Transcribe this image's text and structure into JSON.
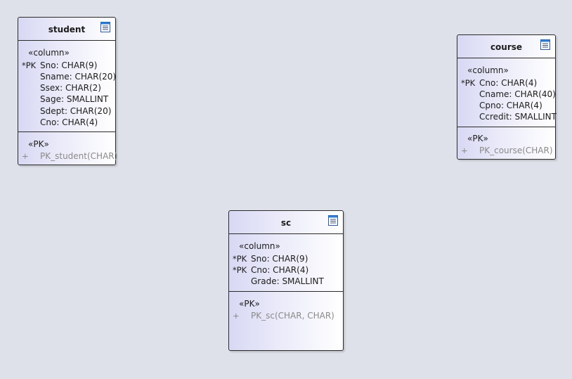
{
  "tables": [
    {
      "name": "student",
      "column_stereotype": "«column»",
      "columns": [
        {
          "marker": "*PK",
          "text": "Sno: CHAR(9)"
        },
        {
          "marker": "",
          "text": "Sname: CHAR(20)"
        },
        {
          "marker": "",
          "text": "Ssex: CHAR(2)"
        },
        {
          "marker": "",
          "text": "Sage: SMALLINT"
        },
        {
          "marker": "",
          "text": "Sdept: CHAR(20)"
        },
        {
          "marker": "",
          "text": "Cno: CHAR(4)"
        }
      ],
      "pk_stereotype": "«PK»",
      "pk": {
        "marker": "+",
        "text": "PK_student(CHAR)"
      }
    },
    {
      "name": "course",
      "column_stereotype": "«column»",
      "columns": [
        {
          "marker": "*PK",
          "text": "Cno: CHAR(4)"
        },
        {
          "marker": "",
          "text": "Cname: CHAR(40)"
        },
        {
          "marker": "",
          "text": "Cpno: CHAR(4)"
        },
        {
          "marker": "",
          "text": "Ccredit: SMALLINT"
        }
      ],
      "pk_stereotype": "«PK»",
      "pk": {
        "marker": "+",
        "text": "PK_course(CHAR)"
      }
    },
    {
      "name": "sc",
      "column_stereotype": "«column»",
      "columns": [
        {
          "marker": "*PK",
          "text": "Sno: CHAR(9)"
        },
        {
          "marker": "*PK",
          "text": "Cno: CHAR(4)"
        },
        {
          "marker": "",
          "text": "Grade: SMALLINT"
        }
      ],
      "pk_stereotype": "«PK»",
      "pk": {
        "marker": "+",
        "text": "PK_sc(CHAR, CHAR)"
      }
    }
  ]
}
